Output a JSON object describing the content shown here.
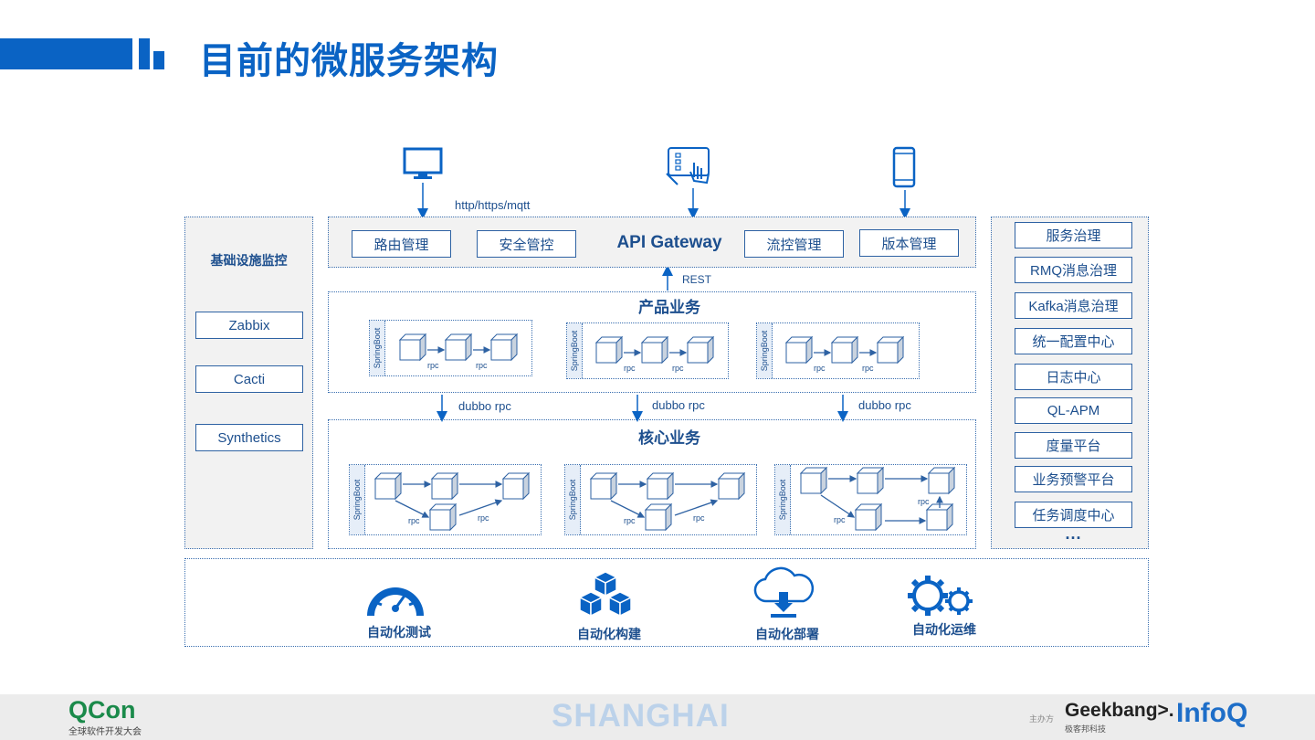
{
  "slide": {
    "title": "目前的微服务架构"
  },
  "clients": {
    "protocol_label": "http/https/mqtt"
  },
  "gateway": {
    "title": "API Gateway",
    "buttons": [
      "路由管理",
      "安全管控",
      "流控管理",
      "版本管理"
    ]
  },
  "rest_label": "REST",
  "product_layer": {
    "title": "产品业务",
    "groups": [
      {
        "tag": "SpringBoot",
        "rpc_labels": [
          "rpc",
          "rpc"
        ]
      },
      {
        "tag": "SpringBoot",
        "rpc_labels": [
          "rpc",
          "rpc"
        ]
      },
      {
        "tag": "SpringBoot",
        "rpc_labels": [
          "rpc",
          "rpc"
        ]
      }
    ]
  },
  "dubbo_labels": [
    "dubbo rpc",
    "dubbo rpc",
    "dubbo rpc"
  ],
  "core_layer": {
    "title": "核心业务",
    "groups": [
      {
        "tag": "SpringBoot",
        "rpc_labels": [
          "rpc",
          "rpc"
        ]
      },
      {
        "tag": "SpringBoot",
        "rpc_labels": [
          "rpc",
          "rpc"
        ]
      },
      {
        "tag": "SpringBoot",
        "rpc_labels": [
          "rpc",
          "rpc"
        ]
      }
    ]
  },
  "monitoring": {
    "title": "基础设施监控",
    "items": [
      "Zabbix",
      "Cacti",
      "Synthetics"
    ]
  },
  "governance": {
    "items": [
      "服务治理",
      "RMQ消息治理",
      "Kafka消息治理",
      "统一配置中心",
      "日志中心",
      "QL-APM",
      "度量平台",
      "业务预警平台",
      "任务调度中心"
    ],
    "more": "..."
  },
  "automation": {
    "items": [
      {
        "label": "自动化测试",
        "icon": "speedometer-icon"
      },
      {
        "label": "自动化构建",
        "icon": "cubes-stack-icon"
      },
      {
        "label": "自动化部署",
        "icon": "cloud-download-icon"
      },
      {
        "label": "自动化运维",
        "icon": "gears-icon"
      }
    ]
  },
  "footer": {
    "qcon_logo": "QCon",
    "qcon_sub": "全球软件开发大会",
    "city": "SHANGHAI",
    "host_label": "主办方",
    "geekbang_logo": "Geekbang>.",
    "geekbang_sub": "极客邦科技",
    "infoq_logo": "InfoQ"
  },
  "colors": {
    "accent": "#0a63c4",
    "line": "#2e62a3",
    "text": "#1d4f8e"
  }
}
